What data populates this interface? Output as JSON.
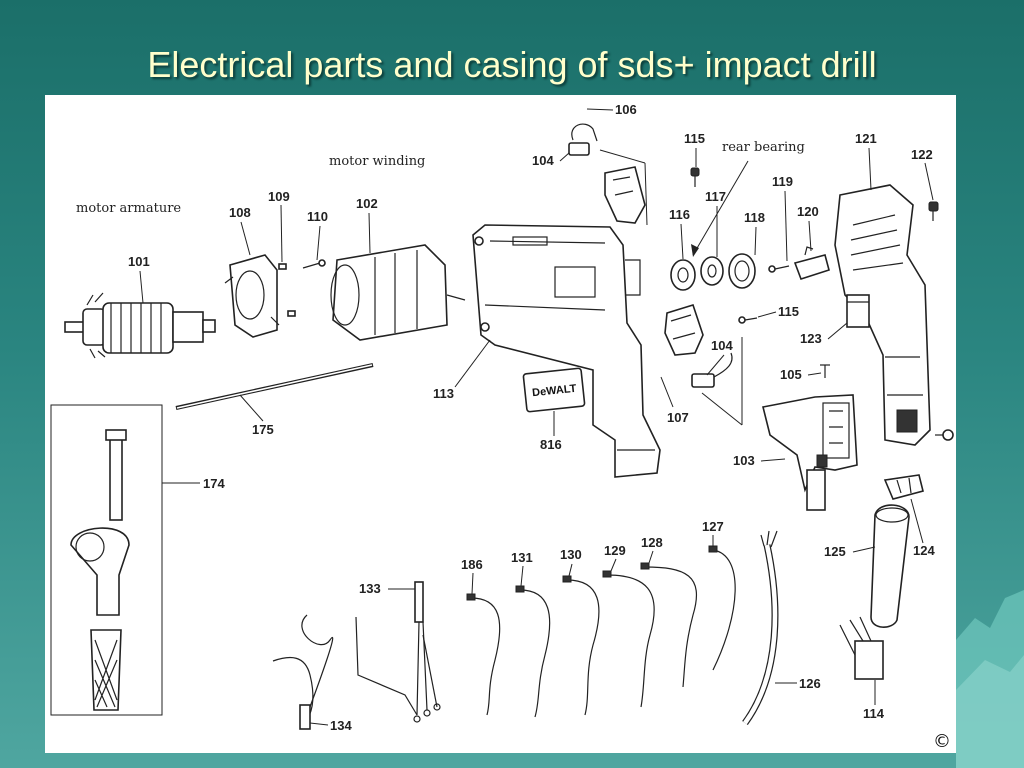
{
  "slide": {
    "title": "Electrical parts and casing of sds+ impact drill",
    "copyright": "©"
  },
  "annotations": {
    "motor_armature": "motor armature",
    "motor_winding": "motor winding",
    "rear_bearing": "rear bearing"
  },
  "brand_plate": "DeWALT",
  "part_numbers": {
    "p101": "101",
    "p102": "102",
    "p103": "103",
    "p104a": "104",
    "p104b": "104",
    "p105": "105",
    "p106": "106",
    "p107": "107",
    "p108": "108",
    "p109": "109",
    "p110": "110",
    "p113": "113",
    "p114": "114",
    "p115a": "115",
    "p115b": "115",
    "p116": "116",
    "p117": "117",
    "p118": "118",
    "p119": "119",
    "p120": "120",
    "p121": "121",
    "p122": "122",
    "p123": "123",
    "p124": "124",
    "p125": "125",
    "p126": "126",
    "p127": "127",
    "p128": "128",
    "p129": "129",
    "p130": "130",
    "p131": "131",
    "p133": "133",
    "p134": "134",
    "p174": "174",
    "p175": "175",
    "p186": "186",
    "p816": "816"
  },
  "colors": {
    "background_top": "#1b6f69",
    "background_bottom": "#4fa6a0",
    "title": "#ffffcc",
    "diagram_background": "#ffffff"
  }
}
